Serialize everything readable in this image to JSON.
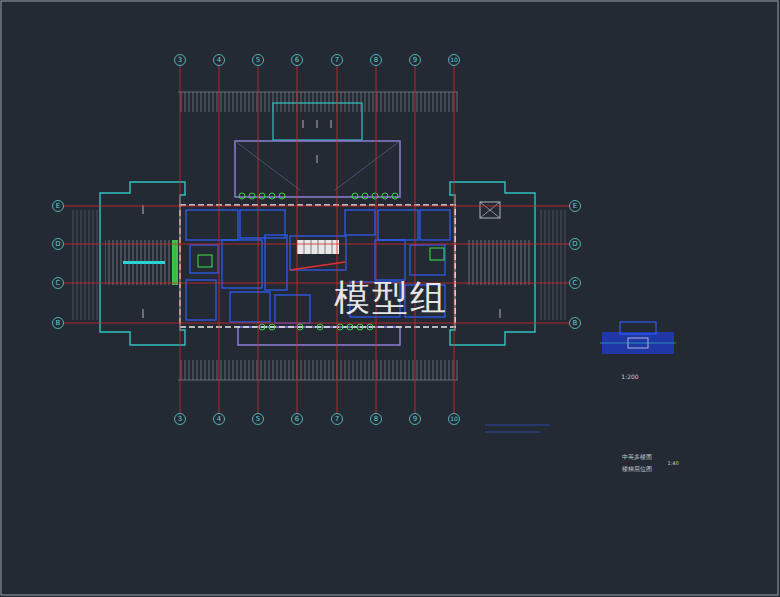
{
  "diagram": {
    "labels": [
      "3",
      "4",
      "5",
      "6",
      "7",
      "8",
      "9",
      "10",
      "3",
      "4",
      "5",
      "6",
      "7",
      "8",
      "9",
      "10",
      "E",
      "D",
      "C",
      "B",
      "E",
      "D",
      "C",
      "B",
      "模型组",
      "1:200",
      "中英多楼面",
      "楼梯层位图",
      "1:40"
    ]
  }
}
